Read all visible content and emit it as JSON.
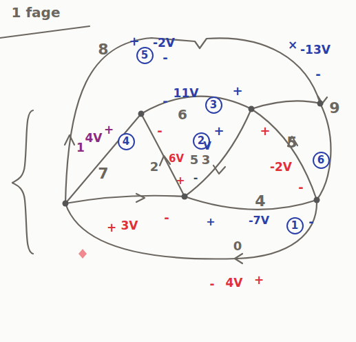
{
  "diagram": {
    "nodes": [
      {
        "text": [
          "5"
        ]
      },
      {
        "text": [
          "3"
        ]
      },
      {
        "text": [
          "4"
        ]
      },
      {
        "text": [
          "2"
        ]
      },
      {
        "text": [
          "6"
        ]
      },
      {
        "text": [
          "1"
        ]
      }
    ],
    "labels": [
      "1 fage",
      "8",
      "+",
      "-2V",
      "-",
      "-",
      "11V",
      "+",
      "×",
      "-13V",
      "-",
      "9",
      "6",
      "1",
      "4V",
      "+",
      "7",
      "-",
      "2",
      "6V",
      "+",
      "-",
      "5",
      "3",
      "V",
      "+",
      "+",
      "5",
      "-2V",
      "-",
      "4",
      "+",
      "-7V",
      "-",
      "+",
      "3V",
      "-",
      "0",
      "-",
      "4V",
      "+"
    ]
  }
}
